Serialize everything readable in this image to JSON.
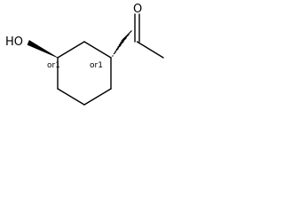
{
  "molecule": {
    "atoms": {
      "hydroxyl": "HO",
      "carbonyl_oxygen": "O"
    },
    "stereo_descriptors": {
      "c3": "or1",
      "c1": "or1"
    }
  }
}
